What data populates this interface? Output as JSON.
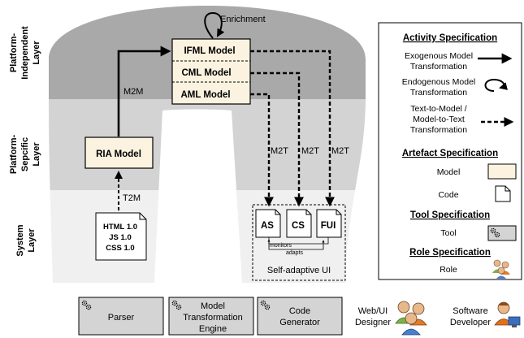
{
  "layers": {
    "pim": [
      "Platform-",
      "Independent",
      "Layer"
    ],
    "psm": [
      "Platform-",
      "Sepcific",
      "Layer"
    ],
    "system": [
      "System",
      "Layer"
    ]
  },
  "models": {
    "ifml": "IFML Model",
    "cml": "CML Model",
    "aml": "AML Model",
    "ria": "RIA Model"
  },
  "code": {
    "lines": [
      "HTML 1.0",
      "JS 1.0",
      "CSS 1.0"
    ]
  },
  "labels": {
    "enrichment": "Enrichment",
    "m2m": "M2M",
    "t2m": "T2M",
    "m2t_1": "M2T",
    "m2t_2": "M2T",
    "m2t_3": "M2T",
    "monitors": "monitors",
    "adapts": "adapts"
  },
  "ui": {
    "as": "AS",
    "cs": "CS",
    "fui": "FUI",
    "caption": "Self-adaptive UI"
  },
  "tools": {
    "parser": [
      "Parser"
    ],
    "mte": [
      "Model",
      "Transformation",
      "Engine"
    ],
    "codegen": [
      "Code",
      "Generator"
    ]
  },
  "roles": {
    "designer": [
      "Web/UI",
      "Designer"
    ],
    "developer": [
      "Software",
      "Developer"
    ]
  },
  "legend": {
    "activity_title": "Activity Specification",
    "exo": [
      "Exogenous Model",
      "Transformation"
    ],
    "endo": [
      "Endogenous Model",
      "Transformation"
    ],
    "t2m": [
      "Text-to-Model /",
      "Model-to-Text",
      "Transformation"
    ],
    "artefact_title": "Artefact Specification",
    "model": "Model",
    "code": "Code",
    "tool_title": "Tool Specification",
    "tool": "Tool",
    "role_title": "Role Specification",
    "role": "Role"
  },
  "colors": {
    "pim_band": "#a9a9a9",
    "psm_band": "#d3d3d3",
    "system_band": "#f0f0f0",
    "model_fill": "#fbf3e0",
    "tool_fill": "#d4d4d4"
  }
}
